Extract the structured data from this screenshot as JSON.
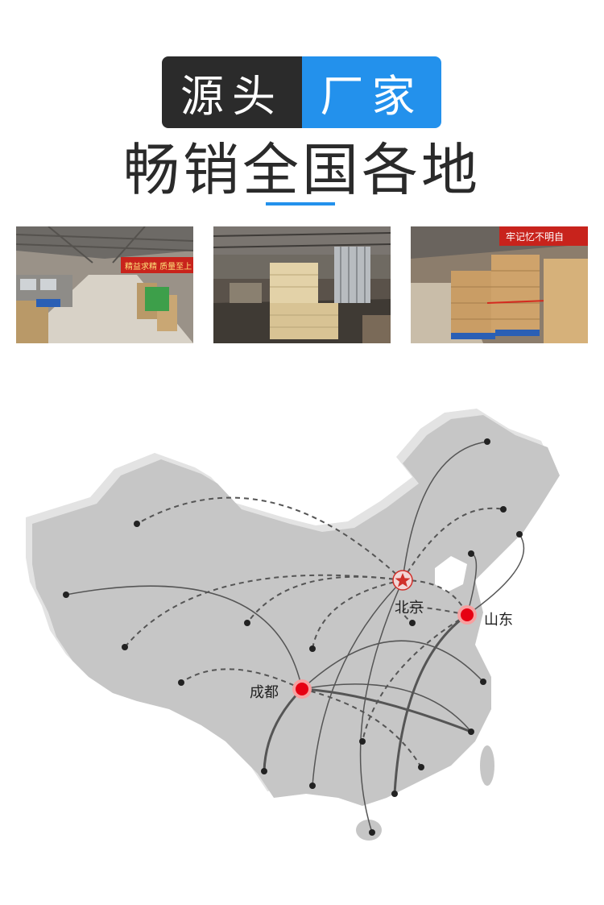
{
  "header": {
    "badge_left": "源头",
    "badge_right": "厂家",
    "subtitle": "畅销全国各地"
  },
  "photos": [
    {
      "banner_text": "精益求精 质量至上"
    },
    {
      "banner_text": ""
    },
    {
      "banner_text": "牢记忆不明自"
    }
  ],
  "map": {
    "hubs": [
      {
        "label": "北京",
        "icon": "star-marker-icon"
      },
      {
        "label": "山东",
        "icon": "red-dot-marker-icon"
      },
      {
        "label": "成都",
        "icon": "red-dot-marker-icon"
      }
    ]
  },
  "colors": {
    "badge_dark": "#2b2b2b",
    "badge_blue": "#2391ec",
    "map_fill": "#c6c6c6",
    "hub_red": "#e60012"
  }
}
